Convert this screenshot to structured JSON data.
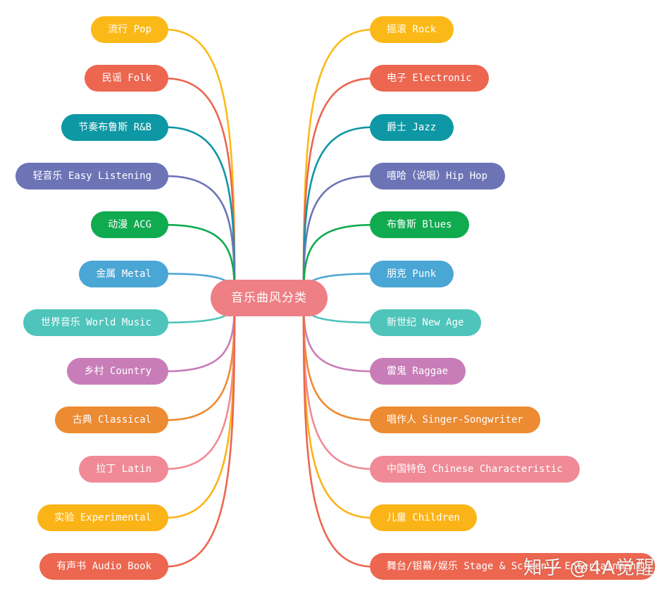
{
  "center": {
    "label": "音乐曲风分类",
    "color": "#ee7f84"
  },
  "left_branches": [
    {
      "label": "流行 Pop",
      "color": "#fbb917"
    },
    {
      "label": "民谣 Folk",
      "color": "#ec6650"
    },
    {
      "label": "节奏布鲁斯 R&B",
      "color": "#0e97a4"
    },
    {
      "label": "轻音乐 Easy Listening",
      "color": "#6c74b6"
    },
    {
      "label": "动漫 ACG",
      "color": "#10aa4f"
    },
    {
      "label": "金属 Metal",
      "color": "#4aa6d4"
    },
    {
      "label": "世界音乐 World Music",
      "color": "#4ec4bb"
    },
    {
      "label": "乡村 Country",
      "color": "#c87db8"
    },
    {
      "label": "古典 Classical",
      "color": "#ec8b32"
    },
    {
      "label": "拉丁 Latin",
      "color": "#ef8a96"
    },
    {
      "label": "实验 Experimental",
      "color": "#fbb417"
    },
    {
      "label": "有声书 Audio Book",
      "color": "#ec6650"
    }
  ],
  "right_branches": [
    {
      "label": "摇滚 Rock",
      "color": "#fbb917"
    },
    {
      "label": "电子 Electronic",
      "color": "#ec6650"
    },
    {
      "label": "爵士 Jazz",
      "color": "#0e97a4"
    },
    {
      "label": "嘻哈（说唱）Hip Hop",
      "color": "#6c74b6"
    },
    {
      "label": "布鲁斯 Blues",
      "color": "#10aa4f"
    },
    {
      "label": "朋克 Punk",
      "color": "#4aa6d4"
    },
    {
      "label": "新世纪 New Age",
      "color": "#4ec4bb"
    },
    {
      "label": "雷鬼 Raggae",
      "color": "#c87db8"
    },
    {
      "label": "唱作人 Singer-Songwriter",
      "color": "#ec8b32"
    },
    {
      "label": "中国特色 Chinese Characteristic",
      "color": "#ef8a96"
    },
    {
      "label": "儿童 Children",
      "color": "#fbb417"
    },
    {
      "label": "舞台/银幕/娱乐 Stage & Screen / Entertainment",
      "color": "#ec6650"
    }
  ],
  "watermark": "知乎 @4A觉醒"
}
